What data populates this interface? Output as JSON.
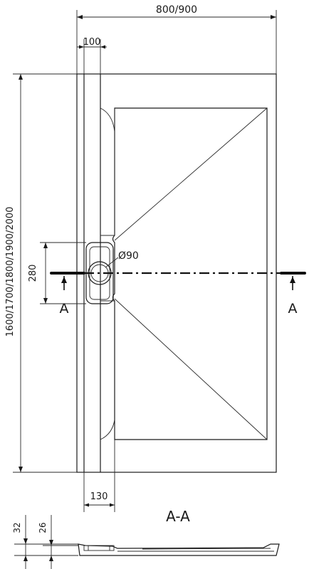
{
  "dimensions": {
    "width": "800/900",
    "channel_width": "100",
    "length": "1600/1700/1800/1900/2000",
    "drain_zone": "280",
    "drain_diameter": "Ø90",
    "drain_offset": "130",
    "height_total": "32",
    "height_edge": "26"
  },
  "section": {
    "marker_left": "A",
    "marker_right": "A",
    "title": "A-A"
  }
}
